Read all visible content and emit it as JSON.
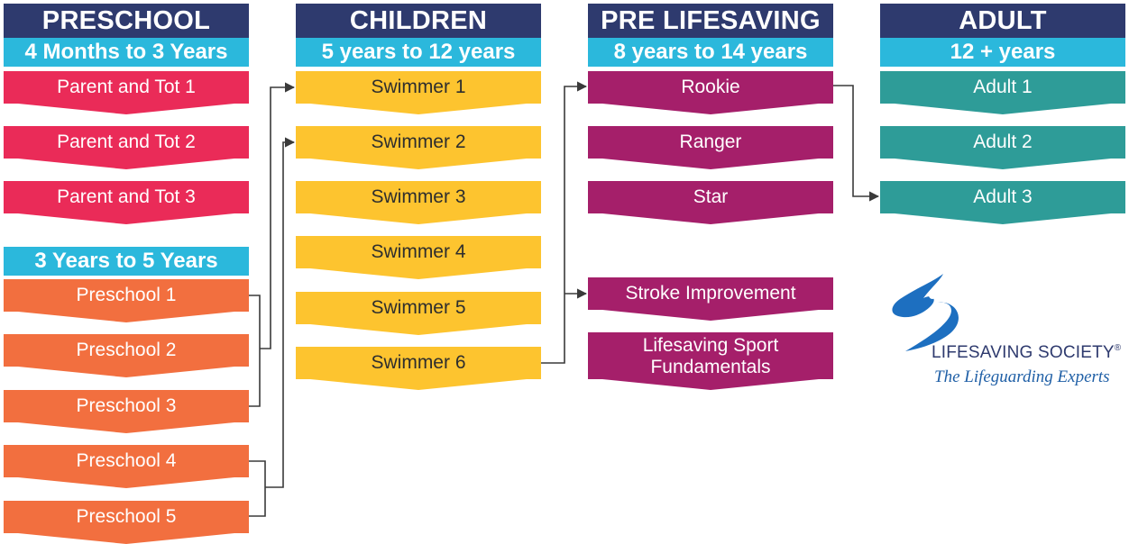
{
  "columns": [
    {
      "title": "PRESCHOOL",
      "groups": [
        {
          "age": "4 Months to 3 Years",
          "levels": [
            "Parent and Tot 1",
            "Parent and Tot 2",
            "Parent and Tot 3"
          ]
        },
        {
          "age": "3 Years to 5 Years",
          "levels": [
            "Preschool 1",
            "Preschool 2",
            "Preschool 3",
            "Preschool 4",
            "Preschool 5"
          ]
        }
      ]
    },
    {
      "title": "CHILDREN",
      "groups": [
        {
          "age": "5 years to 12 years",
          "levels": [
            "Swimmer 1",
            "Swimmer 2",
            "Swimmer 3",
            "Swimmer 4",
            "Swimmer 5",
            "Swimmer 6"
          ]
        }
      ]
    },
    {
      "title": "PRE LIFESAVING",
      "groups": [
        {
          "age": "8 years to 14 years",
          "levels": [
            "Rookie",
            "Ranger",
            "Star",
            "Stroke Improvement",
            "Lifesaving Sport Fundamentals"
          ]
        }
      ]
    },
    {
      "title": "ADULT",
      "groups": [
        {
          "age": "12 + years",
          "levels": [
            "Adult 1",
            "Adult 2",
            "Adult 3"
          ]
        }
      ]
    }
  ],
  "colors": {
    "header": "#2e3a6e",
    "age_band": "#2bb8dc",
    "parent_tot": "#ea2b58",
    "preschool": "#f26f3f",
    "swimmer": "#fdc42f",
    "pre_lifesaving": "#a51f6a",
    "adult": "#2e9c98"
  },
  "logo": {
    "name": "LIFESAVING SOCIETY",
    "registered_mark": "®",
    "tagline": "The Lifeguarding Experts",
    "icon": "swimmer-s-icon"
  }
}
